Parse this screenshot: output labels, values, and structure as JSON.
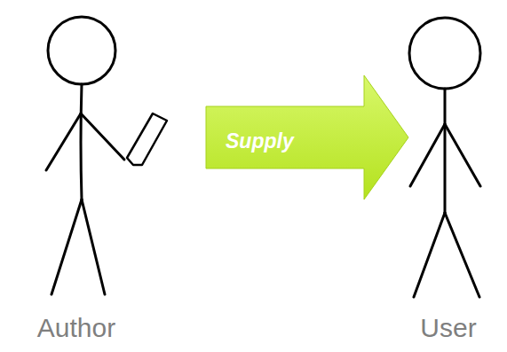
{
  "diagram": {
    "nodes": [
      {
        "text": [
          "Author"
        ]
      },
      {
        "text": [
          "User"
        ]
      }
    ],
    "edges": [
      {
        "from": 0,
        "to": 1,
        "arrow": "to",
        "label": "Supply"
      }
    ]
  }
}
